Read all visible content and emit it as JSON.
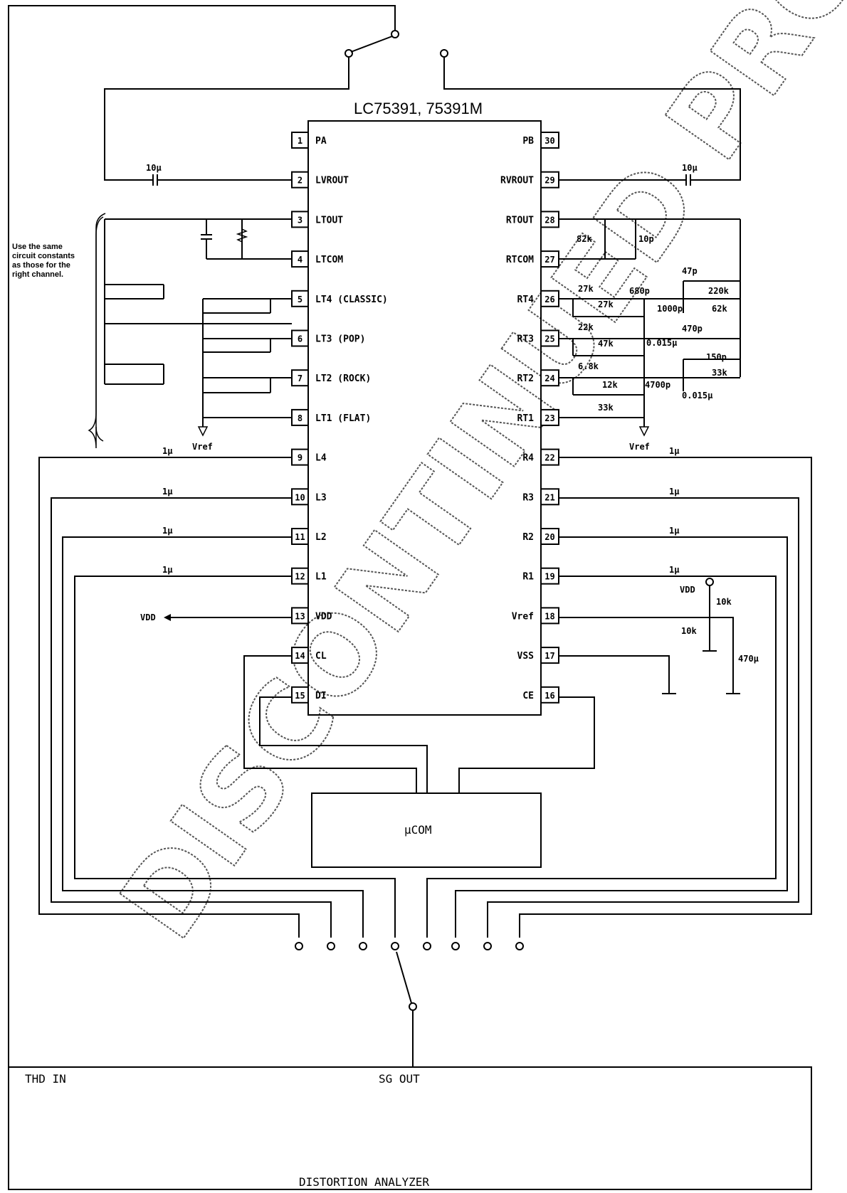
{
  "chip_title": "LC75391, 75391M",
  "left_pins": [
    {
      "num": "1",
      "name": "PA"
    },
    {
      "num": "2",
      "name": "LVROUT"
    },
    {
      "num": "3",
      "name": "LTOUT"
    },
    {
      "num": "4",
      "name": "LTCOM"
    },
    {
      "num": "5",
      "name": "LT4 (CLASSIC)"
    },
    {
      "num": "6",
      "name": "LT3 (POP)"
    },
    {
      "num": "7",
      "name": "LT2 (ROCK)"
    },
    {
      "num": "8",
      "name": "LT1 (FLAT)"
    },
    {
      "num": "9",
      "name": "L4"
    },
    {
      "num": "10",
      "name": "L3"
    },
    {
      "num": "11",
      "name": "L2"
    },
    {
      "num": "12",
      "name": "L1"
    },
    {
      "num": "13",
      "name": "VDD"
    },
    {
      "num": "14",
      "name": "CL"
    },
    {
      "num": "15",
      "name": "DI"
    }
  ],
  "right_pins": [
    {
      "num": "30",
      "name": "PB"
    },
    {
      "num": "29",
      "name": "RVROUT"
    },
    {
      "num": "28",
      "name": "RTOUT"
    },
    {
      "num": "27",
      "name": "RTCOM"
    },
    {
      "num": "26",
      "name": "RT4"
    },
    {
      "num": "25",
      "name": "RT3"
    },
    {
      "num": "24",
      "name": "RT2"
    },
    {
      "num": "23",
      "name": "RT1"
    },
    {
      "num": "22",
      "name": "R4"
    },
    {
      "num": "21",
      "name": "R3"
    },
    {
      "num": "20",
      "name": "R2"
    },
    {
      "num": "19",
      "name": "R1"
    },
    {
      "num": "18",
      "name": "Vref"
    },
    {
      "num": "17",
      "name": "VSS"
    },
    {
      "num": "16",
      "name": "CE"
    }
  ],
  "note": [
    "Use the same",
    "circuit constants",
    "as those for the",
    "right channel."
  ],
  "vref_left": "Vref",
  "vref_right": "Vref",
  "vdd_left": "VDD",
  "vdd_right": "VDD",
  "components": {
    "c_10u_left": "10μ",
    "c_10u_right": "10μ",
    "r_82k": "82k",
    "c_10p": "10p",
    "c_47p": "47p",
    "r_27k_a": "27k",
    "c_680p": "680p",
    "r_27k_b": "27k",
    "r_220k": "220k",
    "c_1000p": "1000p",
    "r_62k": "62k",
    "r_22k": "22k",
    "c_470p": "470p",
    "r_47k": "47k",
    "c_0015u_a": "0.015μ",
    "r_68k": "6.8k",
    "c_150p": "150p",
    "r_33k_a": "33k",
    "r_12k": "12k",
    "c_4700p": "4700p",
    "c_0015u_b": "0.015μ",
    "r_33k_b": "33k",
    "c_1u": "1μ",
    "r_10k_a": "10k",
    "r_10k_b": "10k",
    "c_470u": "470μ"
  },
  "mcom": "μCOM",
  "thd_in": "THD IN",
  "sg_out": "SG OUT",
  "analyzer": "DISTORTION ANALYZER",
  "watermark": "DISCONTINUED PRODUCT"
}
